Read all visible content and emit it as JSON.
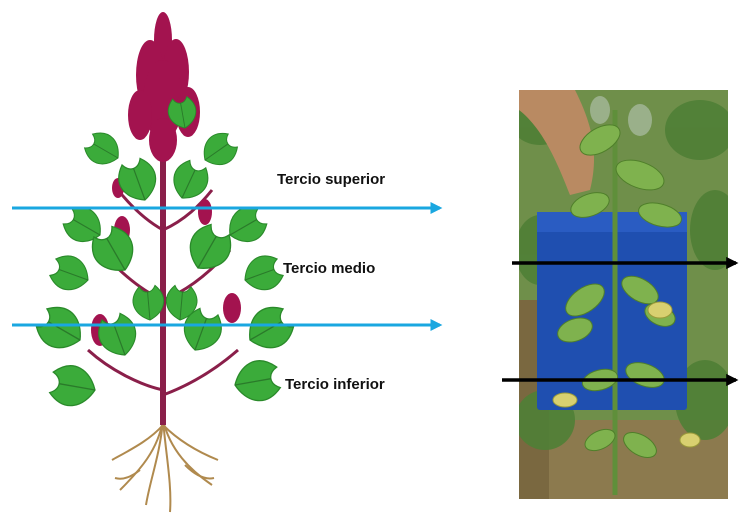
{
  "labels": {
    "upper_third": "Tercio superior",
    "middle_third": "Tercio medio",
    "lower_third": "Tercio inferior"
  },
  "colors": {
    "division_arrow": "#1aa7e0",
    "photo_arrow": "#000000",
    "panicle": "#a3134f",
    "leaf": "#3bab3a",
    "stem": "#8a1f4a",
    "root": "#b08a4e",
    "container": "#1f4fb0"
  },
  "icons": {
    "plant_illustration": "quinoa-plant-illustration",
    "field_photo": "quinoa-plant-photo"
  }
}
